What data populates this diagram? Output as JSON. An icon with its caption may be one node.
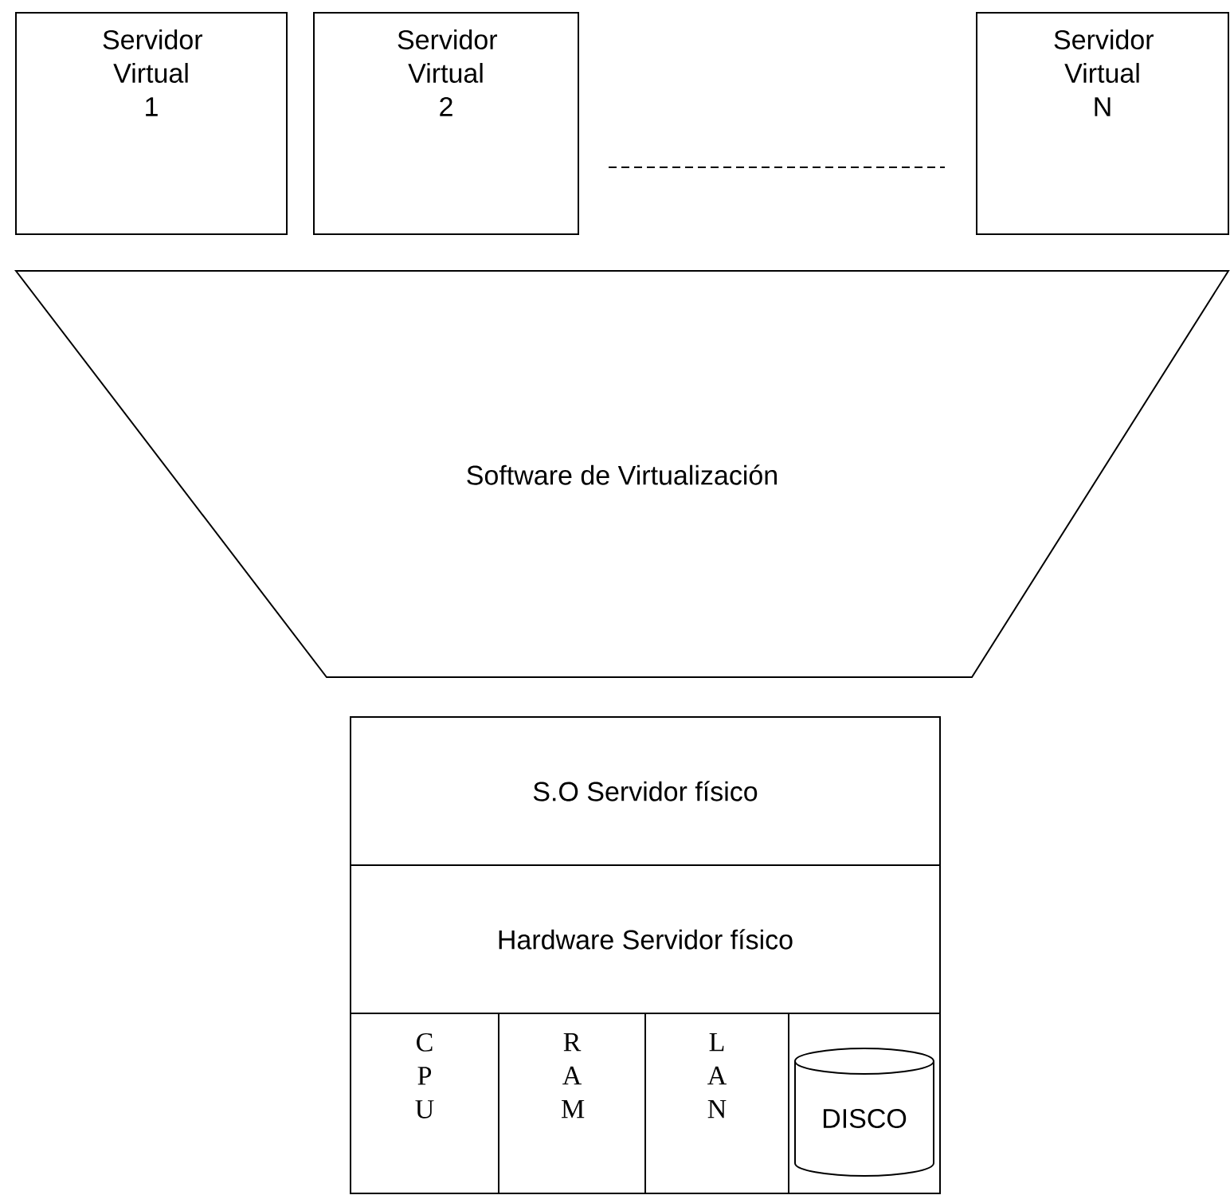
{
  "diagram": {
    "nodes": [
      {
        "text": [
          "Servidor Virtual 1"
        ]
      },
      {
        "text": [
          "Servidor Virtual 2"
        ]
      },
      {
        "text": [
          "Servidor Virtual N"
        ]
      },
      {
        "text": [
          "Software de Virtualización"
        ]
      },
      {
        "text": [
          "S.O Servidor físico"
        ]
      },
      {
        "text": [
          "Hardware Servidor físico"
        ]
      },
      {
        "text": [
          "C P U"
        ]
      },
      {
        "text": [
          "R A M"
        ]
      },
      {
        "text": [
          "L A N"
        ]
      },
      {
        "text": [],
        "shape": "box"
      },
      {
        "text": [
          "DISCO"
        ],
        "in": 9
      }
    ]
  }
}
